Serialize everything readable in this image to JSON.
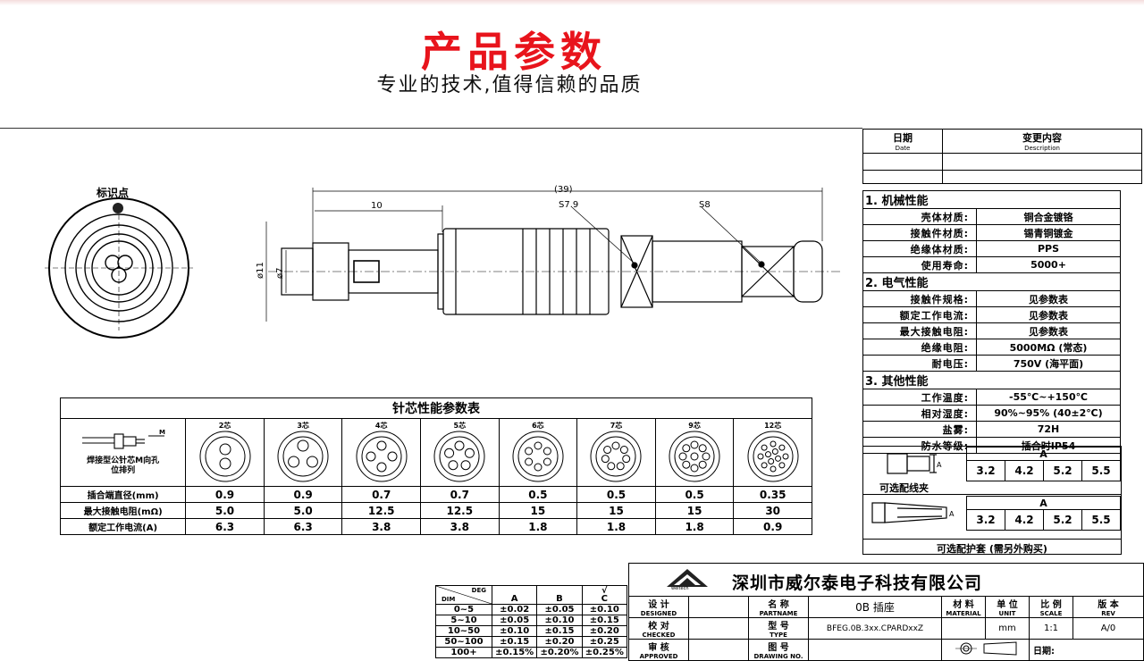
{
  "header": {
    "title": "产品参数",
    "subtitle": "专业的技术,值得信赖的品质"
  },
  "revision": {
    "date_label": "日期",
    "date_en": "Date",
    "desc_label": "变更内容",
    "desc_en": "Description"
  },
  "drawing": {
    "marker_label": "标识点",
    "dim_39": "(39)",
    "dim_10": "10",
    "dim_s79": "S7.9",
    "dim_s8": "S8",
    "dim_d11": "ø11",
    "dim_d7": "ø7"
  },
  "props": {
    "sec1": "1. 机械性能",
    "sec2": "2. 电气性能",
    "sec3": "3. 其他性能",
    "rows1": [
      {
        "k": "壳体材质:",
        "v": "铜合金镀铬"
      },
      {
        "k": "接触件材质:",
        "v": "锡青铜镀金"
      },
      {
        "k": "绝缘体材质:",
        "v": "PPS"
      },
      {
        "k": "使用寿命:",
        "v": "5000+"
      }
    ],
    "rows2": [
      {
        "k": "接触件规格:",
        "v": "见参数表"
      },
      {
        "k": "额定工作电流:",
        "v": "见参数表"
      },
      {
        "k": "最大接触电阻:",
        "v": "见参数表"
      },
      {
        "k": "绝缘电阻:",
        "v": "5000MΩ (常态)"
      },
      {
        "k": "耐电压:",
        "v": "750V (海平面)"
      }
    ],
    "rows3": [
      {
        "k": "工作温度:",
        "v": "-55℃~+150℃"
      },
      {
        "k": "相对湿度:",
        "v": "90%~95% (40±2℃)"
      },
      {
        "k": "盐雾:",
        "v": "72H"
      },
      {
        "k": "防水等级:",
        "v": "插合时IP54"
      }
    ]
  },
  "cable": {
    "col_header": "A",
    "values1": [
      "3.2",
      "4.2",
      "5.2",
      "5.5"
    ],
    "label1": "可选配线夹",
    "values2": [
      "3.2",
      "4.2",
      "5.2",
      "5.5"
    ],
    "label2": "可选配护套 (需另外购买)",
    "a_mark": "A"
  },
  "pin_table": {
    "title": "针芯性能参数表",
    "legend": "焊接型公针芯M向孔位排列",
    "legend_m": "M",
    "cores": [
      "2芯",
      "3芯",
      "4芯",
      "5芯",
      "6芯",
      "7芯",
      "9芯",
      "12芯"
    ],
    "rows": [
      {
        "label": "插合端直径(mm)",
        "values": [
          "0.9",
          "0.9",
          "0.7",
          "0.7",
          "0.5",
          "0.5",
          "0.5",
          "0.35"
        ]
      },
      {
        "label": "最大接触电阻(mΩ)",
        "values": [
          "5.0",
          "5.0",
          "12.5",
          "12.5",
          "15",
          "15",
          "15",
          "30"
        ]
      },
      {
        "label": "额定工作电流(A)",
        "values": [
          "6.3",
          "6.3",
          "3.8",
          "3.8",
          "1.8",
          "1.8",
          "1.8",
          "0.9"
        ]
      }
    ]
  },
  "tolerance": {
    "deg": "DEG",
    "dim": "DIM",
    "cols": [
      "A",
      "B",
      "C"
    ],
    "check": "√",
    "rows": [
      [
        "0~5",
        "±0.02",
        "±0.05",
        "±0.10"
      ],
      [
        "5~10",
        "±0.05",
        "±0.10",
        "±0.15"
      ],
      [
        "10~50",
        "±0.10",
        "±0.15",
        "±0.20"
      ],
      [
        "50~100",
        "±0.15",
        "±0.20",
        "±0.25"
      ],
      [
        "100+",
        "±0.15%",
        "±0.20%",
        "±0.25%"
      ]
    ]
  },
  "title_block": {
    "company": "深圳市威尔泰电子科技有限公司",
    "logo_text": "weltech",
    "design": "设 计",
    "design_en": "DESIGNED",
    "check": "校 对",
    "check_en": "CHECKED",
    "approve": "审 核",
    "approve_en": "APPROVED",
    "name": "名 称",
    "name_en": "PARTNAME",
    "name_val": "0B 插座",
    "type": "型 号",
    "type_en": "TYPE",
    "type_val": "BFEG.0B.3xx.CPARDxxZ",
    "drawno": "图 号",
    "drawno_en": "DRAWING NO.",
    "material": "材 料",
    "material_en": "MATERIAL",
    "unit": "单 位",
    "unit_en": "UNIT",
    "unit_val": "mm",
    "scale": "比 例",
    "scale_en": "SCALE",
    "scale_val": "1:1",
    "rev": "版 本",
    "rev_en": "REV",
    "rev_val": "A/0",
    "date": "日期:"
  },
  "colors": {
    "accent": "#e8141c"
  }
}
